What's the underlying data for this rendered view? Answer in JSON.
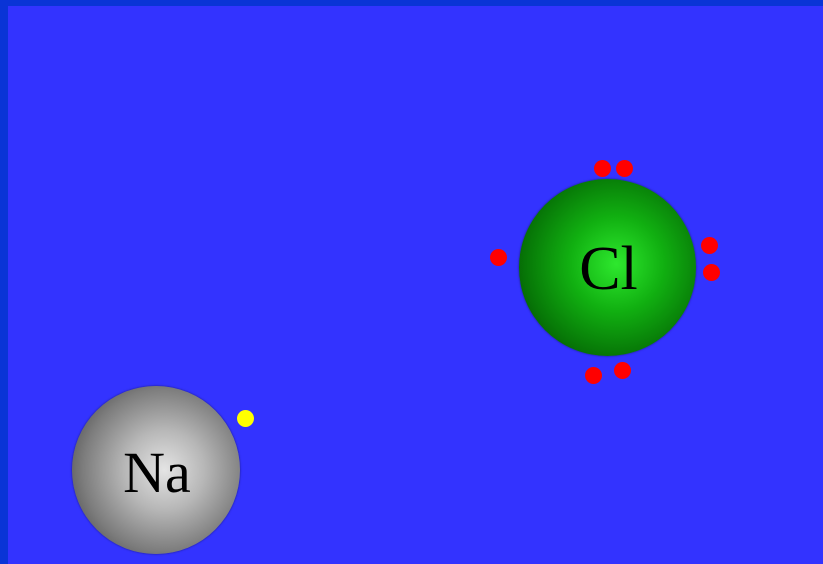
{
  "atoms": {
    "chlorine": {
      "symbol": "Cl",
      "color": "#11b011"
    },
    "sodium": {
      "symbol": "Na",
      "color": "#a0a0a0"
    }
  },
  "electron_colors": {
    "chlorine": "#ff0000",
    "sodium": "#ffff00"
  },
  "electron_counts": {
    "chlorine": 7,
    "sodium": 1
  },
  "background_color": "#3333ff",
  "frame_color": "#0a34d6"
}
